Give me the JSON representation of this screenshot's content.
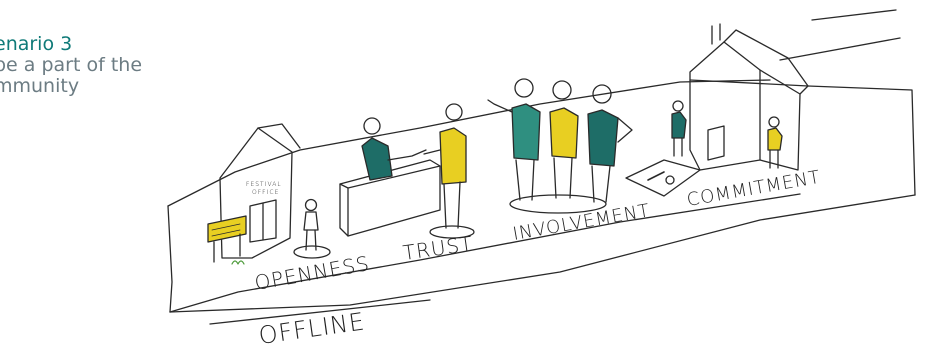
{
  "heading": {
    "title": "enario 3",
    "line1": " be a part of the",
    "line2": "mmunity"
  },
  "labels": {
    "openness": "OPENNESS",
    "trust": "TRUST",
    "involvement": "INVOLVEMENT",
    "commitment": "COMMITMENT",
    "offline": "OFFLINE",
    "office_sign_1": "FESTIVAL",
    "office_sign_2": "OFFICE"
  },
  "colors": {
    "teal": "#1e6d67",
    "tealLight": "#2f8f80",
    "yellow": "#e8cf22",
    "ink": "#2a2a2a",
    "heading": "#0f7a78",
    "subtext": "#6c7c83"
  }
}
